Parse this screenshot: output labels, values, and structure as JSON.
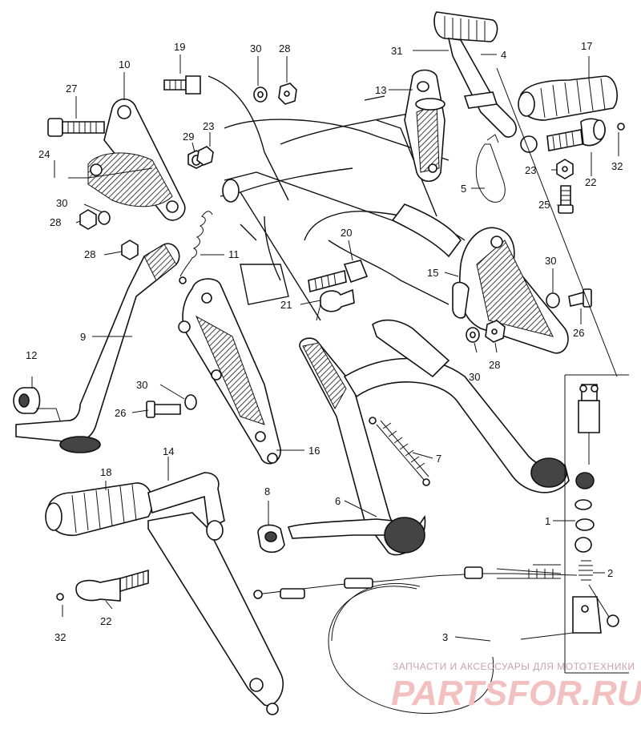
{
  "labels": [
    {
      "id": "1",
      "text": "1"
    },
    {
      "id": "2",
      "text": "2"
    },
    {
      "id": "3",
      "text": "3"
    },
    {
      "id": "4",
      "text": "4"
    },
    {
      "id": "5",
      "text": "5"
    },
    {
      "id": "6",
      "text": "6"
    },
    {
      "id": "7",
      "text": "7"
    },
    {
      "id": "8",
      "text": "8"
    },
    {
      "id": "9",
      "text": "9"
    },
    {
      "id": "10",
      "text": "10"
    },
    {
      "id": "11",
      "text": "11"
    },
    {
      "id": "12",
      "text": "12"
    },
    {
      "id": "13",
      "text": "13"
    },
    {
      "id": "14",
      "text": "14"
    },
    {
      "id": "15",
      "text": "15"
    },
    {
      "id": "16",
      "text": "16"
    },
    {
      "id": "17",
      "text": "17"
    },
    {
      "id": "18",
      "text": "18"
    },
    {
      "id": "19",
      "text": "19"
    },
    {
      "id": "20",
      "text": "20"
    },
    {
      "id": "21",
      "text": "21"
    },
    {
      "id": "22a",
      "text": "22"
    },
    {
      "id": "22b",
      "text": "22"
    },
    {
      "id": "23a",
      "text": "23"
    },
    {
      "id": "23b",
      "text": "23"
    },
    {
      "id": "24",
      "text": "24"
    },
    {
      "id": "25",
      "text": "25"
    },
    {
      "id": "26a",
      "text": "26"
    },
    {
      "id": "26b",
      "text": "26"
    },
    {
      "id": "27",
      "text": "27"
    },
    {
      "id": "28a",
      "text": "28"
    },
    {
      "id": "28b",
      "text": "28"
    },
    {
      "id": "28c",
      "text": "28"
    },
    {
      "id": "28d",
      "text": "28"
    },
    {
      "id": "29",
      "text": "29"
    },
    {
      "id": "30a",
      "text": "30"
    },
    {
      "id": "30b",
      "text": "30"
    },
    {
      "id": "30c",
      "text": "30"
    },
    {
      "id": "30d",
      "text": "30"
    },
    {
      "id": "30e",
      "text": "30"
    },
    {
      "id": "31",
      "text": "31"
    },
    {
      "id": "32a",
      "text": "32"
    },
    {
      "id": "32b",
      "text": "32"
    }
  ],
  "watermark": {
    "tagline": "ЗАПЧАСТИ И АКСЕССУАРЫ ДЛЯ МОТОТЕХНИКИ",
    "brand": "PARTSFOR.RU"
  }
}
